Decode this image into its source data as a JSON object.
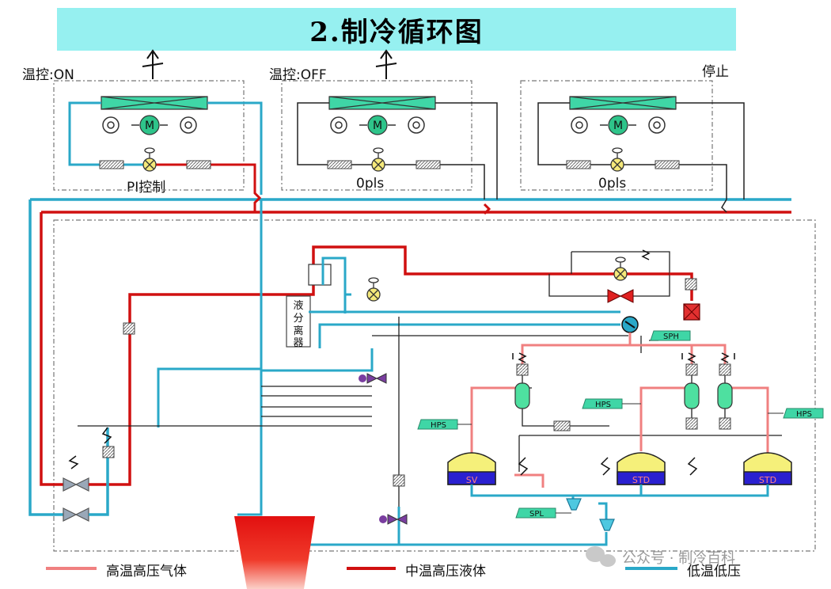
{
  "title": "2.制冷循环图",
  "units": [
    {
      "status": "温控:ON",
      "control": "PI控制"
    },
    {
      "status": "温控:OFF",
      "control": "0pls"
    },
    {
      "status": "停止",
      "control": "0pls"
    }
  ],
  "components": {
    "liquid_separator": [
      "液",
      "分",
      "离",
      "器"
    ],
    "fan_motor": "M",
    "sensor_labels": [
      "SPH",
      "HPS",
      "HPS",
      "HPS",
      "SPL"
    ],
    "compressor_labels": [
      "SV",
      "STD",
      "STD"
    ]
  },
  "legend": [
    {
      "label": "高温高压气体",
      "color": "#f08080"
    },
    {
      "label": "中温高压液体",
      "color": "#d01010"
    },
    {
      "label": "低温低压",
      "color": "#2aa8c8"
    }
  ],
  "watermark": "公众号 · 制冷百科",
  "colors": {
    "hot_gas": "#f08080",
    "liquid": "#d01010",
    "low_pressure": "#2aa8c8",
    "title_bg": "#96f0f0",
    "coil": "#3fd6a6",
    "compressor_top": "#f5f07a",
    "compressor_bottom": "#2a20d0",
    "receiver": "#e23030"
  }
}
